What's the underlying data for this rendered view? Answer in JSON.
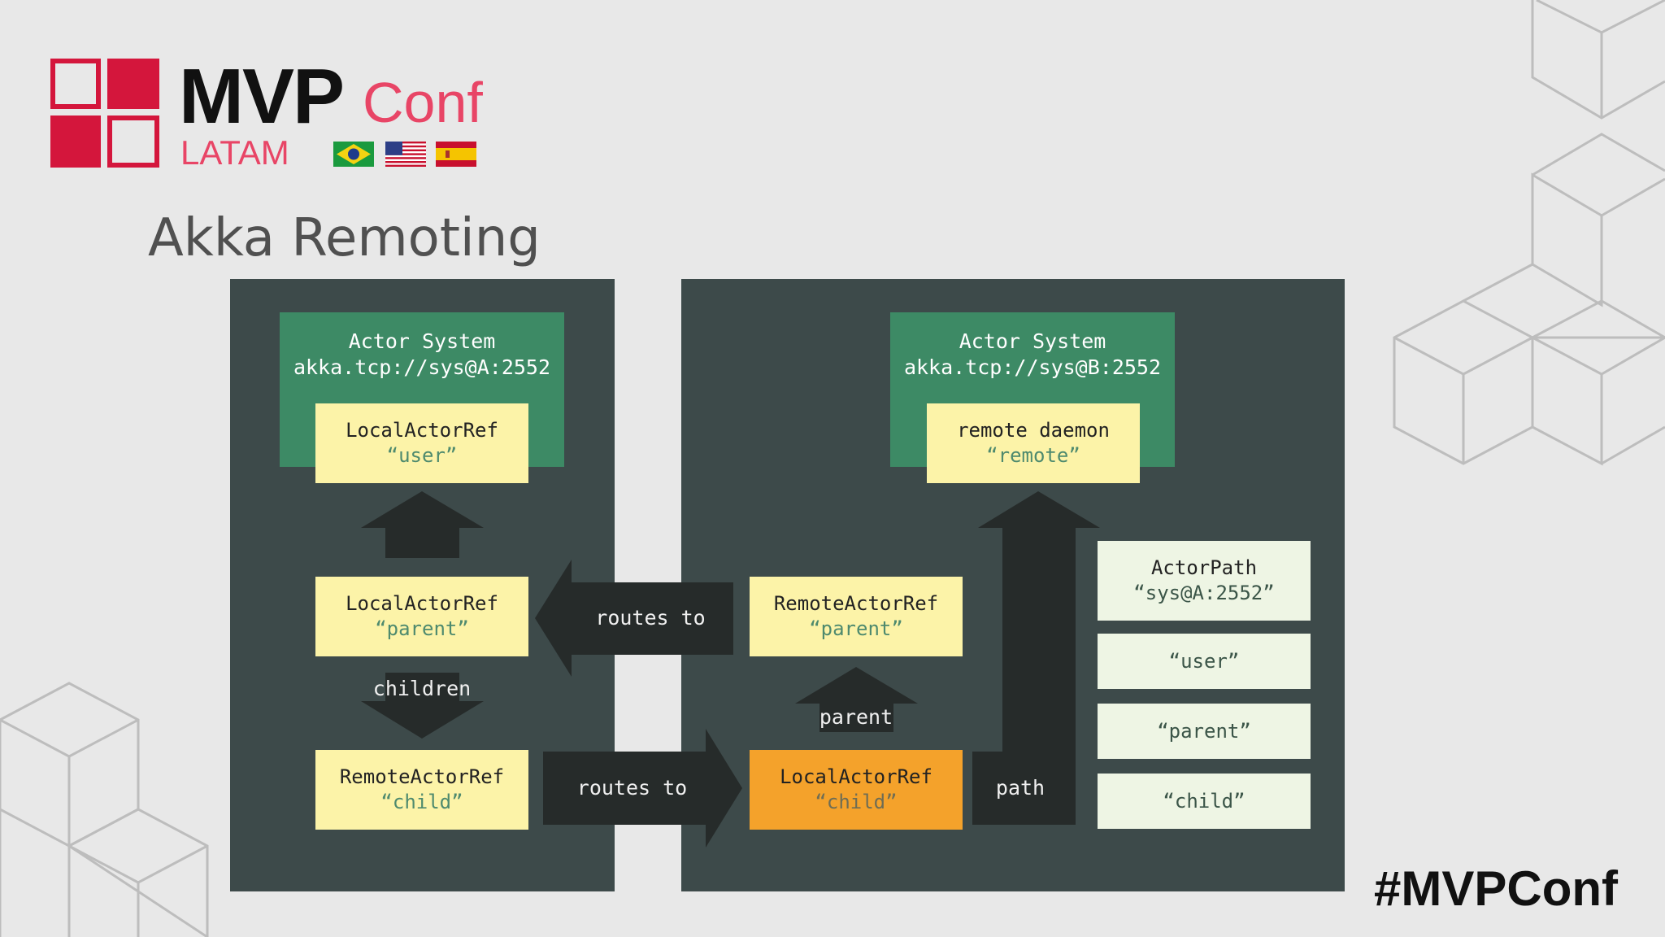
{
  "logo": {
    "mvp": "MVP",
    "conf": "Conf",
    "latam": "LATAM",
    "flags": [
      "brazil-flag-icon",
      "usa-flag-icon",
      "spain-flag-icon"
    ]
  },
  "slide": {
    "title": "Akka Remoting",
    "hashtag": "#MVPConf"
  },
  "diagram": {
    "system_a": {
      "line1": "Actor System",
      "line2": "akka.tcp://sys@A:2552",
      "user_ref": {
        "type": "LocalActorRef",
        "name": "“user”"
      },
      "parent_ref": {
        "type": "LocalActorRef",
        "name": "“parent”"
      },
      "child_ref": {
        "type": "RemoteActorRef",
        "name": "“child”"
      },
      "children_label": "children"
    },
    "system_b": {
      "line1": "Actor System",
      "line2": "akka.tcp://sys@B:2552",
      "daemon_ref": {
        "type": "remote daemon",
        "name": "“remote”"
      },
      "parent_ref": {
        "type": "RemoteActorRef",
        "name": "“parent”"
      },
      "child_ref": {
        "type": "LocalActorRef",
        "name": "“child”"
      },
      "parent_label": "parent",
      "path_label": "path"
    },
    "routes_to_top": "routes to",
    "routes_to_bottom": "routes to",
    "actor_path": {
      "header_line1": "ActorPath",
      "header_line2": "“sys@A:2552”",
      "segments": [
        "“user”",
        "“parent”",
        "“child”"
      ]
    }
  },
  "colors": {
    "brand_red": "#d4163c",
    "panel": "#3d4a4a",
    "system_green": "#3d8a65",
    "ref_yellow": "#fcf3a8",
    "ref_orange": "#f4a22b",
    "arrow_dark": "#262b2a"
  }
}
